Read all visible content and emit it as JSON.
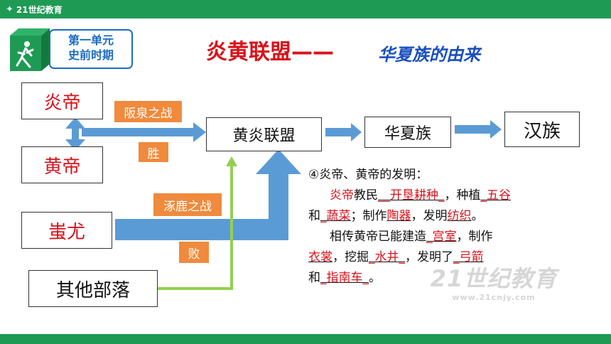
{
  "header": {
    "brand": "21世纪教育"
  },
  "unit": {
    "line1": "第一单元",
    "line2": "史前时期"
  },
  "title": {
    "main": "炎黄联盟——",
    "sub": "华夏族的由来"
  },
  "boxes": {
    "yandi": "炎帝",
    "huangdi": "黄帝",
    "chiyou": "蚩尤",
    "others": "其他部落",
    "alliance": "黄炎联盟",
    "huaxia": "华夏族",
    "han": "汉族"
  },
  "labels": {
    "banquan": "阪泉之战",
    "sheng": "胜",
    "zhuolu": "涿鹿之战",
    "bai": "败"
  },
  "inventions": {
    "heading": "④炎帝、黄帝的发明：",
    "l2": [
      {
        "t": "炎帝",
        "c": "red",
        "u": false
      },
      {
        "t": "教民",
        "c": "",
        "u": false
      },
      {
        "t": "__开垦耕种_",
        "c": "red",
        "u": true
      },
      {
        "t": "，种植",
        "c": "",
        "u": false
      },
      {
        "t": "_五谷",
        "c": "red",
        "u": true
      }
    ],
    "l3": [
      {
        "t": "和",
        "c": "",
        "u": false
      },
      {
        "t": "_蔬菜",
        "c": "red",
        "u": true
      },
      {
        "t": "；制作",
        "c": "",
        "u": false
      },
      {
        "t": "陶器",
        "c": "red",
        "u": true
      },
      {
        "t": "，发明",
        "c": "",
        "u": false
      },
      {
        "t": "纺织",
        "c": "red",
        "u": true
      },
      {
        "t": "。",
        "c": "",
        "u": false
      }
    ],
    "l4": [
      {
        "t": "相传黄帝已能建造",
        "c": "",
        "u": false
      },
      {
        "t": "_宫室",
        "c": "red",
        "u": true
      },
      {
        "t": "，制作",
        "c": "",
        "u": false
      }
    ],
    "l5": [
      {
        "t": "衣裳",
        "c": "red",
        "u": true
      },
      {
        "t": "，挖掘",
        "c": "",
        "u": false
      },
      {
        "t": "_水井_",
        "c": "red",
        "u": true
      },
      {
        "t": "，发明了",
        "c": "",
        "u": false
      },
      {
        "t": "_弓箭",
        "c": "red",
        "u": true
      }
    ],
    "l6": [
      {
        "t": "和",
        "c": "",
        "u": false
      },
      {
        "t": "_指南车_",
        "c": "red",
        "u": true
      },
      {
        "t": "。",
        "c": "",
        "u": false
      }
    ]
  },
  "watermark": {
    "text": "21世纪教育",
    "url": "www.21cnjy.com"
  },
  "colors": {
    "green": "#1e9a55",
    "blue_arrow": "#5b9bd5",
    "orange": "#f08a3c",
    "red_text": "#d9121a",
    "green_line": "#92d050"
  }
}
